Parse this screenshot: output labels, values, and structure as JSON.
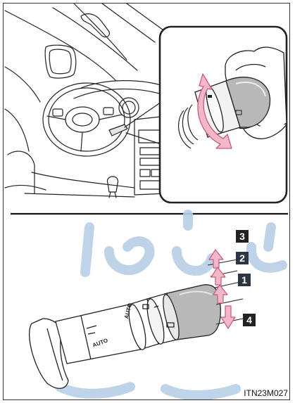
{
  "positions": {
    "p1": "1",
    "p2": "2",
    "p3": "3",
    "p4": "4"
  },
  "lever": {
    "auto_label_ring": "AUTO",
    "auto_label_base": "AUTO"
  },
  "figure_id": "ITN23M027",
  "colors": {
    "arrow_fill": "#f2b8c8",
    "arrow_stroke": "#c85a7a",
    "watermark": "#b7cfe6",
    "cap_gray": "#b8b8b8"
  }
}
